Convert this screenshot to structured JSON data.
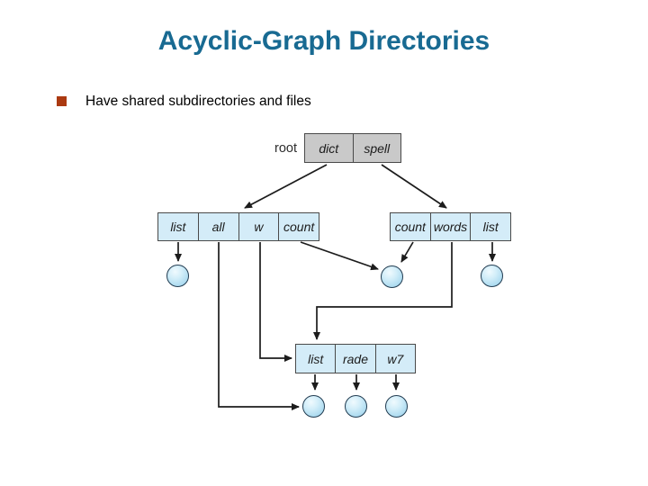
{
  "slide": {
    "title": "Acyclic-Graph Directories",
    "bullet": "Have shared subdirectories and files"
  },
  "diagram": {
    "root_label": "root",
    "root_table": [
      "dict",
      "spell"
    ],
    "left_table": [
      "list",
      "all",
      "w",
      "count"
    ],
    "right_table": [
      "count",
      "words",
      "list"
    ],
    "bottom_table": [
      "list",
      "rade",
      "w7"
    ],
    "file_count": 6,
    "edges": [
      {
        "from": "root/dict",
        "to": "left-directory"
      },
      {
        "from": "root/spell",
        "to": "right-directory"
      },
      {
        "from": "left/list",
        "to": "file-1"
      },
      {
        "from": "left/all",
        "to": "file-4-shared"
      },
      {
        "from": "left/w",
        "to": "bottom-directory-shared"
      },
      {
        "from": "left/count",
        "to": "file-2-shared"
      },
      {
        "from": "right/count",
        "to": "file-2-shared"
      },
      {
        "from": "right/words",
        "to": "bottom-directory-shared"
      },
      {
        "from": "right/list",
        "to": "file-3"
      },
      {
        "from": "bottom/list",
        "to": "file-4"
      },
      {
        "from": "bottom/rade",
        "to": "file-5"
      },
      {
        "from": "bottom/w7",
        "to": "file-6"
      }
    ],
    "colors": {
      "directory_fill": "#d4ecf8",
      "root_fill": "#c9c9c9",
      "file_fill": "#aedcf2",
      "line": "#1c1c1c",
      "border": "#4a4a4a"
    }
  },
  "theme": {
    "title_color": "#186a92",
    "bullet_marker_color": "#ab3a11",
    "background": "#ffffff"
  }
}
